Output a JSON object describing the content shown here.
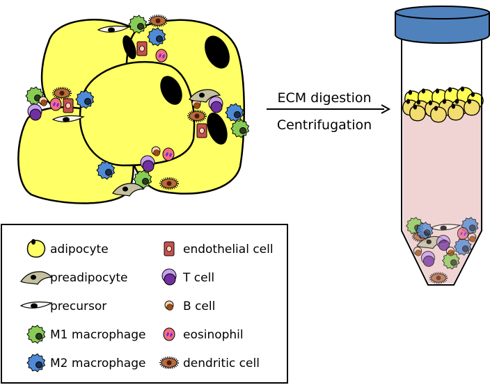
{
  "process": {
    "step1": "ECM digestion",
    "step2": "Centrifugation"
  },
  "legend": {
    "left": [
      {
        "type": "adipocyte",
        "label": "adipocyte"
      },
      {
        "type": "preadipocyte",
        "label": "preadipocyte"
      },
      {
        "type": "precursor",
        "label": "precursor"
      },
      {
        "type": "m1",
        "label": "M1 macrophage"
      },
      {
        "type": "m2",
        "label": "M2 macrophage"
      }
    ],
    "right": [
      {
        "type": "endothelial",
        "label": "endothelial cell"
      },
      {
        "type": "tcell",
        "label": "T cell"
      },
      {
        "type": "bcell",
        "label": "B cell"
      },
      {
        "type": "eosinophil",
        "label": "eosinophil"
      },
      {
        "type": "dendritic",
        "label": "dendritic cell"
      }
    ]
  },
  "colors": {
    "adipocyte": "#ffff66",
    "preadipocyte": "#c4c0a0",
    "m1": "#88cc55",
    "m2": "#4f8ad6",
    "endothelial": "#c85050",
    "tcell": "#7030a0",
    "bcell": "#a04a10",
    "eosinophil": "#f07080",
    "dendritic": "#b86a3a",
    "cap": "#4f81bd",
    "liquid": "#f0d4d4"
  }
}
